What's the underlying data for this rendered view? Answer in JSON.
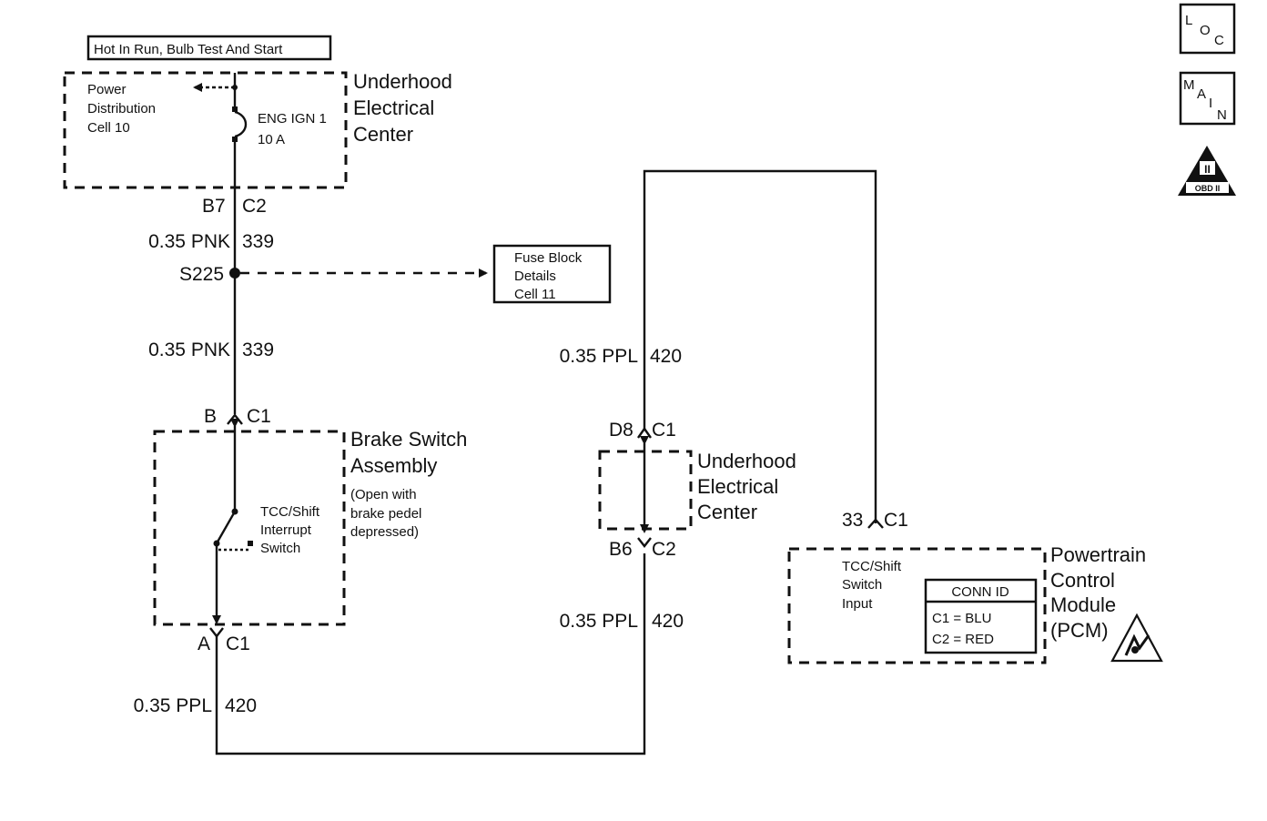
{
  "header_tag": "Hot In Run, Bulb Test And Start",
  "upper_center": {
    "name_lines": [
      "Underhood",
      "Electrical",
      "Center"
    ],
    "power_dist_lines": [
      "Power",
      "Distribution",
      "Cell 10"
    ],
    "fuse_lines": [
      "ENG IGN 1",
      "10 A"
    ],
    "conn_pin": "B7",
    "conn_id": "C2"
  },
  "wires": {
    "pnk_top": {
      "size_color": "0.35 PNK",
      "circuit": "339"
    },
    "pnk_bottom": {
      "size_color": "0.35 PNK",
      "circuit": "339"
    },
    "ppl_left": {
      "size_color": "0.35 PPL",
      "circuit": "420"
    },
    "ppl_mid_upper": {
      "size_color": "0.35 PPL",
      "circuit": "420"
    },
    "ppl_mid_lower": {
      "size_color": "0.35 PPL",
      "circuit": "420"
    }
  },
  "splice": {
    "label": "S225",
    "ref_lines": [
      "Fuse Block",
      "Details",
      "Cell 11"
    ]
  },
  "brake_switch": {
    "top_pin": "B",
    "top_conn": "C1",
    "name_lines": [
      "Brake Switch",
      "Assembly"
    ],
    "note_lines": [
      "(Open with",
      "brake pedel",
      "depressed)"
    ],
    "switch_lines": [
      "TCC/Shift",
      "Interrupt",
      "Switch"
    ],
    "bottom_pin": "A",
    "bottom_conn": "C1"
  },
  "middle_center": {
    "name_lines": [
      "Underhood",
      "Electrical",
      "Center"
    ],
    "top_pin": "D8",
    "top_conn": "C1",
    "bottom_pin": "B6",
    "bottom_conn": "C2"
  },
  "pcm": {
    "pin": "33",
    "conn": "C1",
    "name_lines": [
      "Powertrain",
      "Control",
      "Module",
      "(PCM)"
    ],
    "input_lines": [
      "TCC/Shift",
      "Switch",
      "Input"
    ],
    "conn_id_title": "CONN ID",
    "conn_id_rows": [
      "C1 = BLU",
      "C2 = RED"
    ]
  },
  "side_icons": {
    "loc": {
      "letters": [
        "L",
        "O",
        "C"
      ],
      "icon": "loc-icon"
    },
    "main": {
      "letters": [
        "M",
        "A",
        "I",
        "N"
      ],
      "icon": "main-icon"
    },
    "obd": {
      "numeral": "II",
      "label": "OBD II",
      "icon": "obd-ii-icon"
    }
  }
}
